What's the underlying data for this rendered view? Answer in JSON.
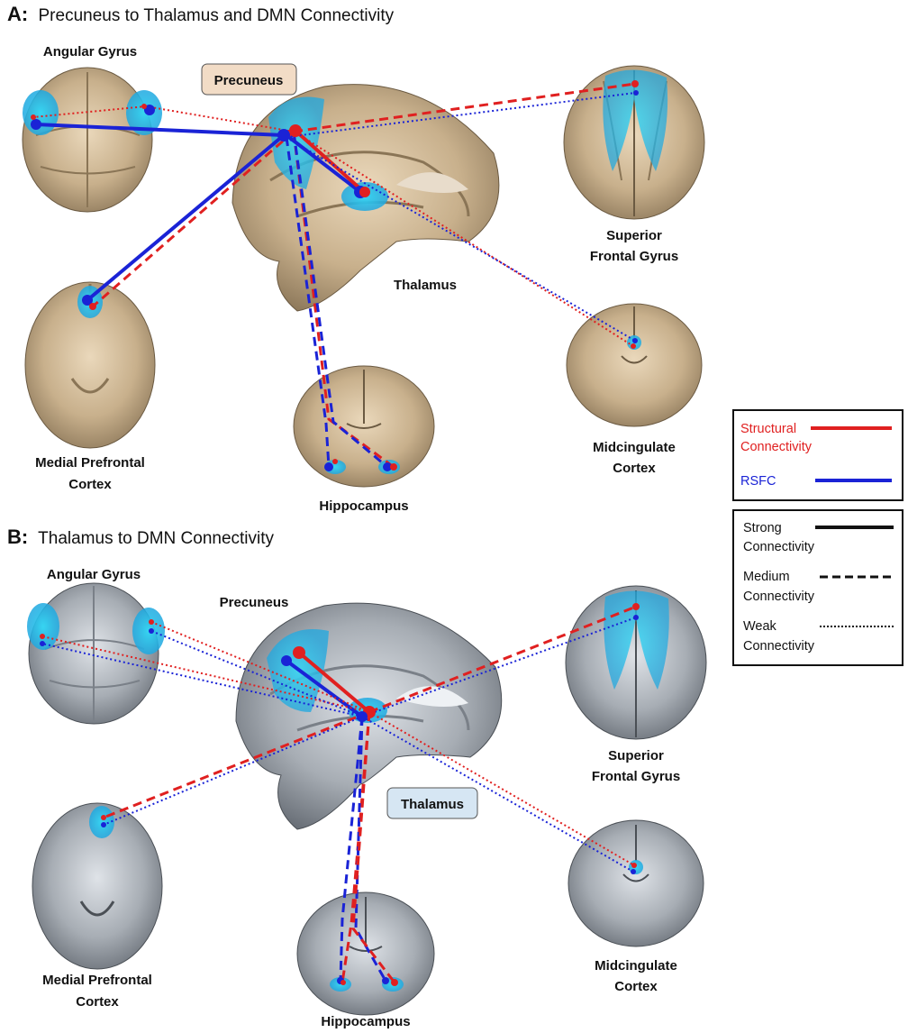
{
  "panels": [
    {
      "letter": "A:",
      "title": "Precuneus to Thalamus and DMN Connectivity",
      "highlight_box": "Precuneus",
      "labels": {
        "angular": "Angular Gyrus",
        "sfg": [
          "Superior",
          "Frontal Gyrus"
        ],
        "thalamus": "Thalamus",
        "mpfc": [
          "Medial Prefrontal",
          "Cortex"
        ],
        "mcc": [
          "Midcingulate",
          "Cortex"
        ],
        "hippocampus": "Hippocampus"
      }
    },
    {
      "letter": "B:",
      "title": "Thalamus to DMN Connectivity",
      "highlight_box": "Thalamus",
      "labels": {
        "angular": "Angular Gyrus",
        "precuneus": "Precuneus",
        "sfg": [
          "Superior",
          "Frontal Gyrus"
        ],
        "mpfc": [
          "Medial Prefrontal",
          "Cortex"
        ],
        "mcc": [
          "Midcingulate",
          "Cortex"
        ],
        "hippocampus": "Hippocampus"
      }
    }
  ],
  "legend": {
    "colors": [
      {
        "lines": [
          "Structural",
          "Connectivity"
        ],
        "color": "#e02020"
      },
      {
        "lines": [
          "RSFC"
        ],
        "color": "#1a23d6"
      }
    ],
    "strengths": [
      {
        "lines": [
          "Strong",
          "Connectivity"
        ],
        "style": "solid"
      },
      {
        "lines": [
          "Medium",
          "Connectivity"
        ],
        "style": "dashed"
      },
      {
        "lines": [
          "Weak",
          "Connectivity"
        ],
        "style": "dotted"
      }
    ]
  },
  "colors": {
    "structural": "#e02020",
    "rsfc": "#1a23d6",
    "roi_highlight": "#29c6e8",
    "brain_tan": "#c9b596",
    "brain_gray": "#a9aeb4",
    "box_tan": "#f2dcc6",
    "box_blue": "#d6e6f3"
  }
}
